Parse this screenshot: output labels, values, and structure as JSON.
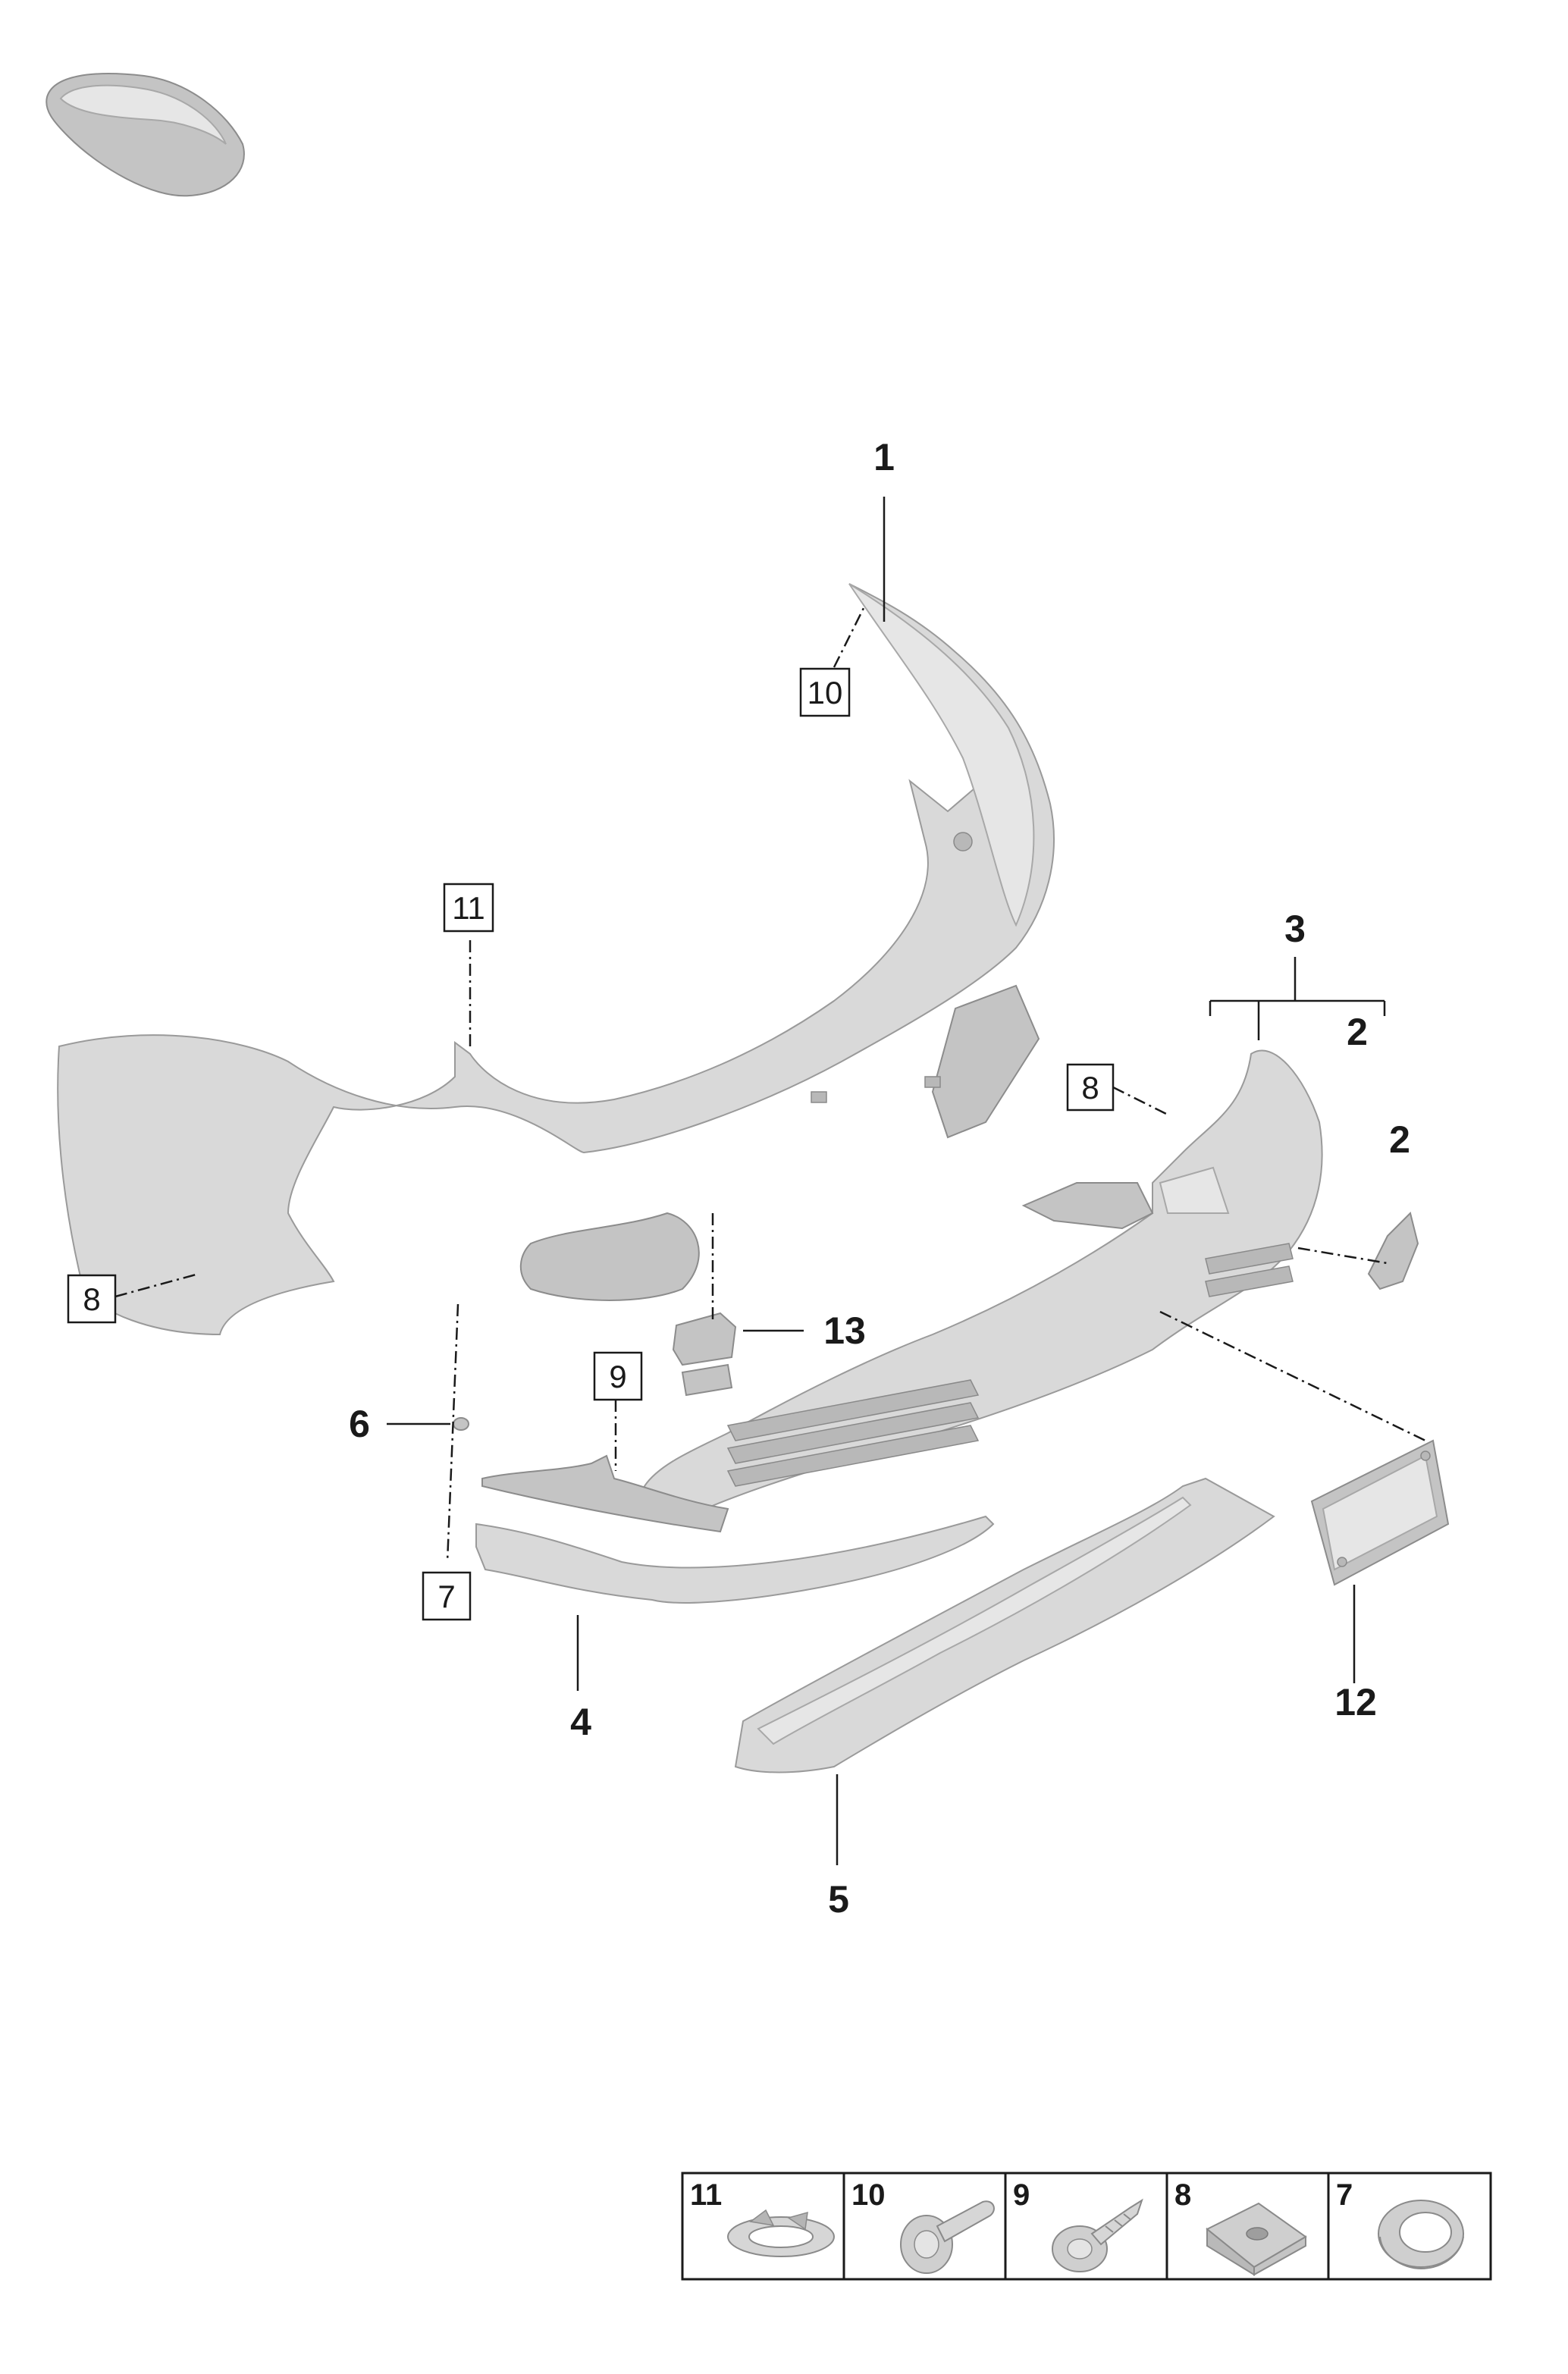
{
  "callouts": {
    "p1": "1",
    "p2a": "2",
    "p2b": "2",
    "p3": "3",
    "p4": "4",
    "p5": "5",
    "p6": "6",
    "p12": "12",
    "p13": "13"
  },
  "boxed": {
    "b10": "10",
    "b11": "11",
    "b8a": "8",
    "b8b": "8",
    "b9": "9",
    "b7": "7"
  },
  "legend": {
    "items": [
      {
        "label": "11",
        "icon": "clip-ring-icon"
      },
      {
        "label": "10",
        "icon": "expansion-rivet-icon"
      },
      {
        "label": "9",
        "icon": "plastic-screw-icon"
      },
      {
        "label": "8",
        "icon": "speed-nut-icon"
      },
      {
        "label": "7",
        "icon": "grommet-icon"
      }
    ]
  },
  "colors": {
    "part": "#d9d9d9",
    "outline": "#9a9a9a",
    "ink": "#1a1a1a"
  }
}
